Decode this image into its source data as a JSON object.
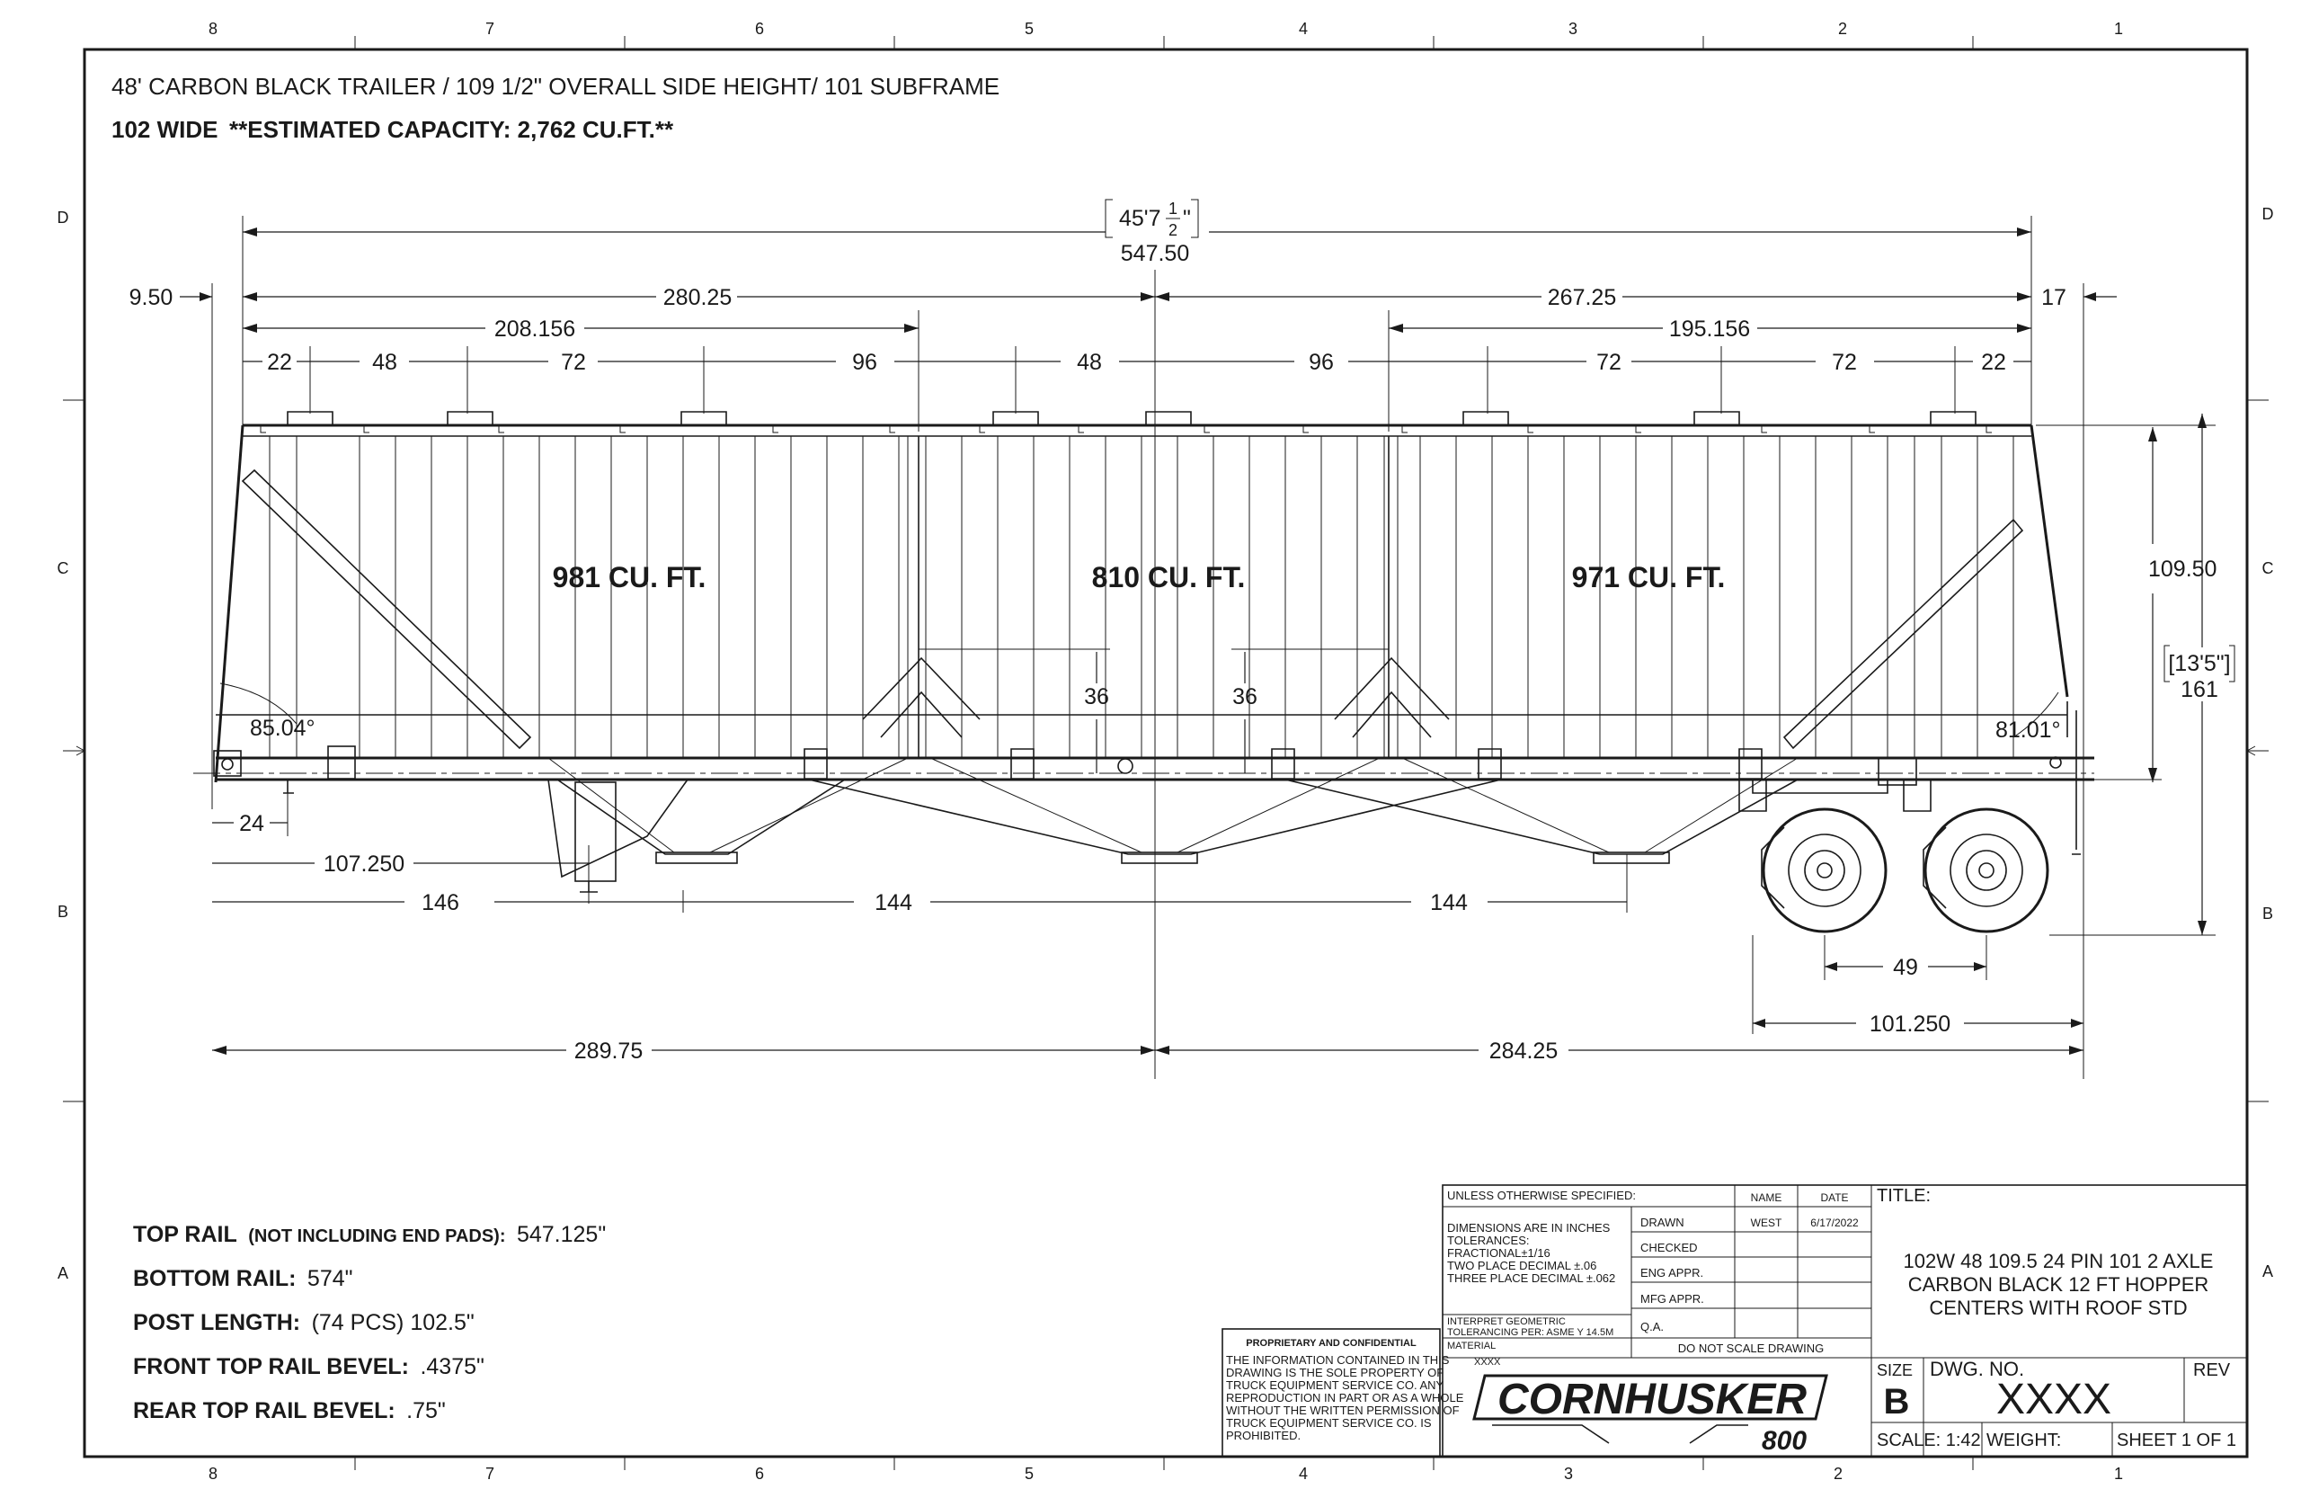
{
  "header": {
    "line1": "48' CARBON BLACK TRAILER / 109 1/2\" OVERALL SIDE HEIGHT/ 101 SUBFRAME",
    "line2_a": "102 WIDE",
    "line2_b": "**ESTIMATED CAPACITY: 2,762 CU.FT.**"
  },
  "zones": {
    "cols_top": [
      "8",
      "7",
      "6",
      "5",
      "4",
      "3",
      "2",
      "1"
    ],
    "cols_bottom": [
      "8",
      "7",
      "6",
      "5",
      "4",
      "3",
      "2",
      "1"
    ],
    "rows_left": [
      "D",
      "C",
      "B",
      "A"
    ],
    "rows_right": [
      "D",
      "C",
      "B",
      "A"
    ]
  },
  "compartments": [
    {
      "label": "981 CU. FT."
    },
    {
      "label": "810 CU. FT."
    },
    {
      "label": "971 CU. FT."
    }
  ],
  "dims": {
    "overall_frac_ft": "45'7",
    "overall_frac_num": "1",
    "overall_frac_den": "2",
    "overall_frac_in": "\"",
    "overall": "547.50",
    "front_overhang": "9.50",
    "rear_overhang": "17",
    "left_half": "280.25",
    "right_half": "267.25",
    "left_hopper": "208.156",
    "right_hopper": "195.156",
    "top_row": [
      "22",
      "48",
      "72",
      "96",
      "48",
      "96",
      "72",
      "72",
      "22"
    ],
    "side_height": "109.50",
    "overall_height_ft": "[13'5\"]",
    "overall_height": "161",
    "apex_left": "36",
    "apex_right": "36",
    "angle_front": "85.04°",
    "angle_rear": "81.01°",
    "kingpin_setback": "24",
    "kingpin_to_landing": "107.250",
    "kp_to_hopper1": "146",
    "hopper_spacing_1": "144",
    "hopper_spacing_2": "144",
    "axle_spread": "49",
    "rear_to_axle": "101.250",
    "front_to_center": "289.75",
    "center_to_rear": "284.25"
  },
  "notes": [
    {
      "label": "TOP RAIL",
      "qual": "(NOT INCLUDING END PADS):",
      "value": "547.125\""
    },
    {
      "label": "BOTTOM RAIL:",
      "qual": "",
      "value": "574\""
    },
    {
      "label": "POST LENGTH:",
      "qual": "",
      "value": "(74 PCS) 102.5\""
    },
    {
      "label": "FRONT TOP RAIL BEVEL:",
      "qual": "",
      "value": ".4375\""
    },
    {
      "label": "REAR TOP RAIL BEVEL:",
      "qual": "",
      "value": ".75\""
    }
  ],
  "proprietary": {
    "heading": "PROPRIETARY AND CONFIDENTIAL",
    "lines": [
      "THE INFORMATION CONTAINED IN THIS",
      "DRAWING IS THE SOLE PROPERTY OF",
      "TRUCK EQUIPMENT SERVICE CO.  ANY",
      "REPRODUCTION IN PART OR AS A WHOLE",
      "WITHOUT THE WRITTEN PERMISSION OF",
      "TRUCK EQUIPMENT SERVICE CO. IS",
      "PROHIBITED."
    ]
  },
  "title_block": {
    "unless": "UNLESS OTHERWISE SPECIFIED:",
    "name_hdr": "NAME",
    "date_hdr": "DATE",
    "dims_lines": [
      "DIMENSIONS ARE IN INCHES",
      "TOLERANCES:",
      "FRACTIONAL±1/16",
      "TWO PLACE DECIMAL    ±.06",
      "THREE PLACE DECIMAL  ±.062"
    ],
    "interp_lines": [
      "INTERPRET GEOMETRIC",
      "TOLERANCING PER: ASME Y 14.5M"
    ],
    "material": "MATERIAL",
    "material_val": "XXXX",
    "rows": [
      "DRAWN",
      "CHECKED",
      "ENG APPR.",
      "MFG APPR.",
      "Q.A."
    ],
    "drawn_name": "WEST",
    "drawn_date": "6/17/2022",
    "do_not_scale": "DO NOT SCALE DRAWING",
    "title_label": "TITLE:",
    "title_lines": [
      "102W 48 109.5 24 PIN 101 2 AXLE",
      "CARBON BLACK 12 FT HOPPER",
      "CENTERS WITH ROOF STD"
    ],
    "size_label": "SIZE",
    "size": "B",
    "dwg_label": "DWG.  NO.",
    "dwg_no": "XXXX",
    "rev_label": "REV",
    "scale": "SCALE: 1:42",
    "weight": "WEIGHT:",
    "sheet": "SHEET 1 OF 1",
    "logo_text": "CORNHUSKER",
    "logo_num": "800"
  }
}
